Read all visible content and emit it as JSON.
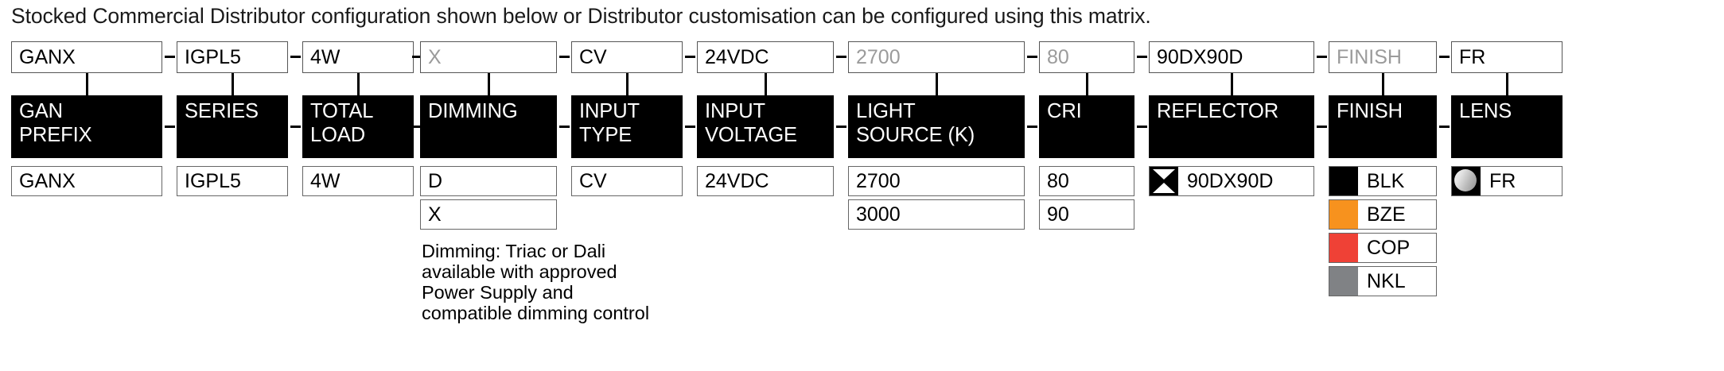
{
  "intro": "Stocked Commercial Distributor configuration shown below or Distributor customisation can be configured using this matrix.",
  "colors": {
    "blk": "#000000",
    "bze": "#F7921E",
    "cop": "#EF4136",
    "nkl": "#808285",
    "header_bg": "#000000",
    "header_text": "#FFFFFF",
    "greyed_code": "#9B9B9B",
    "box_border": "#5A5A5A"
  },
  "separator": "–",
  "columns": [
    {
      "id": "gan-prefix",
      "code": "GANX",
      "code_greyed": false,
      "header_lines": [
        "GAN",
        "PREFIX"
      ],
      "options": [
        "GANX"
      ]
    },
    {
      "id": "series",
      "code": "IGPL5",
      "code_greyed": false,
      "header_lines": [
        "SERIES"
      ],
      "options": [
        "IGPL5"
      ]
    },
    {
      "id": "total-load",
      "code": "4W",
      "code_greyed": false,
      "header_lines": [
        "TOTAL",
        "LOAD"
      ],
      "options": [
        "4W"
      ]
    },
    {
      "id": "dimming",
      "code": "X",
      "code_greyed": true,
      "header_lines": [
        "DIMMING"
      ],
      "options": [
        "D",
        "X"
      ],
      "note": "Dimming: Triac or Dali\navailable with approved\nPower Supply and\ncompatible dimming control"
    },
    {
      "id": "input-type",
      "code": "CV",
      "code_greyed": false,
      "header_lines": [
        "INPUT",
        "TYPE"
      ],
      "options": [
        "CV"
      ]
    },
    {
      "id": "input-voltage",
      "code": "24VDC",
      "code_greyed": false,
      "header_lines": [
        "INPUT",
        "VOLTAGE"
      ],
      "options": [
        "24VDC"
      ]
    },
    {
      "id": "light-source",
      "code": "2700",
      "code_greyed": true,
      "header_lines": [
        "LIGHT",
        "SOURCE (K)"
      ],
      "options": [
        "2700",
        "3000"
      ]
    },
    {
      "id": "cri",
      "code": "80",
      "code_greyed": true,
      "header_lines": [
        "CRI"
      ],
      "options": [
        "80",
        "90"
      ]
    },
    {
      "id": "reflector",
      "code": "90DX90D",
      "code_greyed": false,
      "header_lines": [
        "REFLECTOR"
      ],
      "swatch_options": [
        {
          "label": "90DX90D",
          "icon": "beam-bowtie-icon",
          "color": "#000000"
        }
      ]
    },
    {
      "id": "finish",
      "code": "FINISH",
      "code_greyed": true,
      "header_lines": [
        "FINISH"
      ],
      "swatch_options": [
        {
          "label": "BLK",
          "icon": "color-swatch-icon",
          "color": "#000000"
        },
        {
          "label": "BZE",
          "icon": "color-swatch-icon",
          "color": "#F7921E"
        },
        {
          "label": "COP",
          "icon": "color-swatch-icon",
          "color": "#EF4136"
        },
        {
          "label": "NKL",
          "icon": "color-swatch-icon",
          "color": "#808285"
        }
      ]
    },
    {
      "id": "lens",
      "code": "FR",
      "code_greyed": false,
      "header_lines": [
        "LENS"
      ],
      "swatch_options": [
        {
          "label": "FR",
          "icon": "frosted-lens-icon",
          "color": "#000000"
        }
      ]
    }
  ]
}
